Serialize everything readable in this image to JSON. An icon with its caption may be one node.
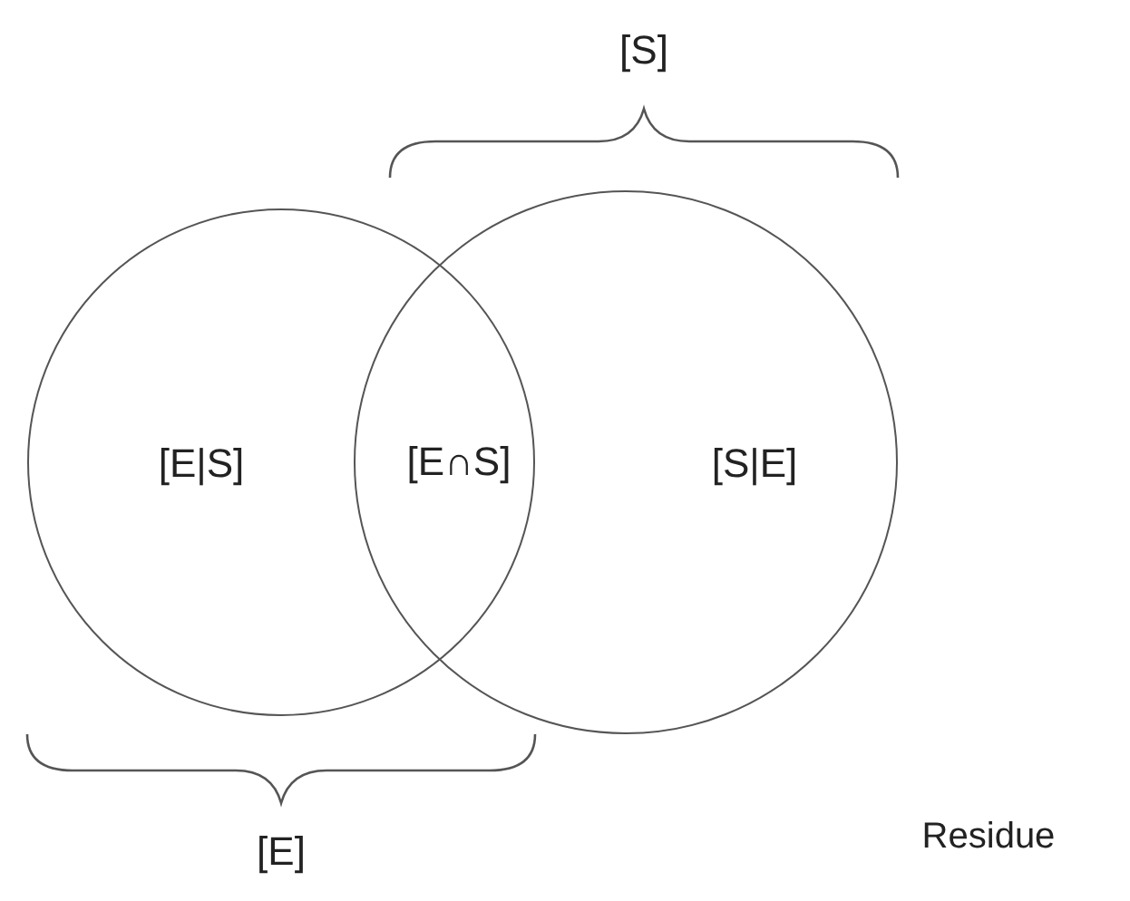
{
  "diagram": {
    "nodes": [
      {
        "text": [
          "[E|S]"
        ]
      },
      {
        "text": [
          "[S|E]"
        ]
      }
    ],
    "labels": [
      "[S]",
      "[E∩S]",
      "[E]",
      "Residue"
    ]
  }
}
